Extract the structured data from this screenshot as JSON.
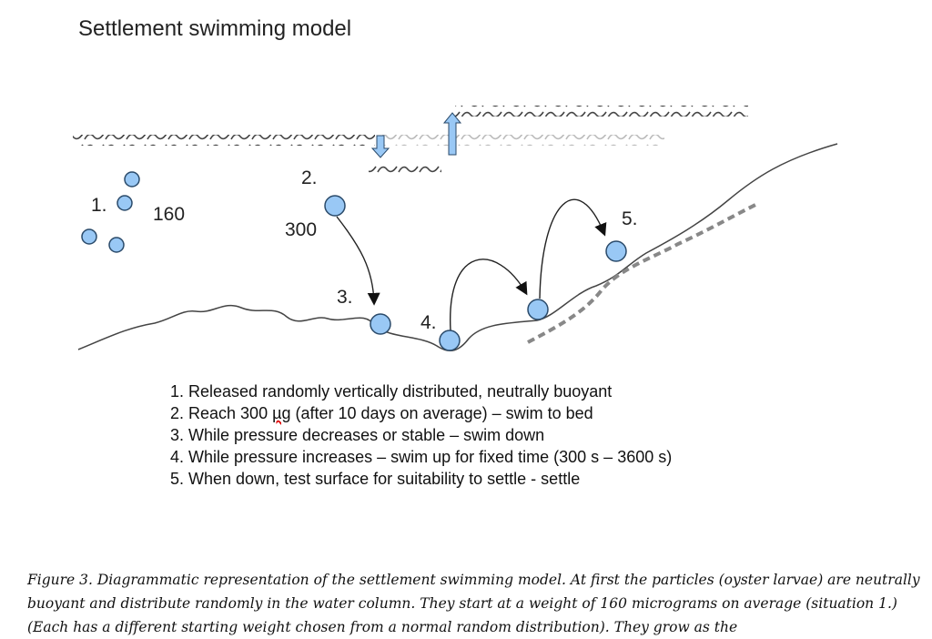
{
  "title": "Settlement swimming model",
  "diagram": {
    "labels": {
      "l1": "1.",
      "w160": "160",
      "l2": "2.",
      "w300": "300",
      "l3": "3.",
      "l4": "4.",
      "l5": "5."
    },
    "colors": {
      "particle": "#99c8f5",
      "outline": "#2a4a6a",
      "line": "#444444",
      "dash": "#888888"
    }
  },
  "steps": [
    "1. Released randomly vertically distributed, neutrally buoyant",
    {
      "pre": "2. Reach 300 ",
      "unit": "µg",
      "post": " (after 10 days on average) – swim to bed"
    },
    "3. While pressure decreases or stable – swim down",
    "4. While pressure increases – swim up for fixed time (300 s – 3600 s)",
    "5. When down, test surface for suitability to settle - settle"
  ],
  "caption": "Figure 3. Diagrammatic representation of the settlement swimming model. At first the particles (oyster larvae) are neutrally buoyant and distribute randomly in the water column. They start at a weight of 160 micrograms on average (situation 1.) (Each has a different starting weight chosen from a normal random distribution). They grow as the"
}
